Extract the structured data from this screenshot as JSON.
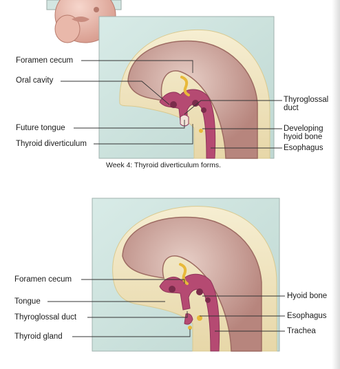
{
  "panel_top": {
    "caption": "Week 4: Thyroid diverticulum forms.",
    "labels_left": [
      "Foramen cecum",
      "Oral cavity",
      "Future tongue",
      "Thyroid diverticulum"
    ],
    "labels_right": [
      "Thyroglossal duct",
      "Developing hyoid bone",
      "Esophagus"
    ]
  },
  "panel_bottom": {
    "labels_left": [
      "Foramen cecum",
      "Tongue",
      "Thyroglossal duct",
      "Thyroid gland"
    ],
    "labels_right": [
      "Hyoid bone",
      "Esophagus",
      "Trachea"
    ]
  },
  "colors": {
    "background_tint": "#cfe3df",
    "brain_tissue": "#c9a098",
    "mesenchyme": "#f1e7c4",
    "pink_epithelium": "#b54a72",
    "thyroid_yellow": "#e8b93a"
  }
}
